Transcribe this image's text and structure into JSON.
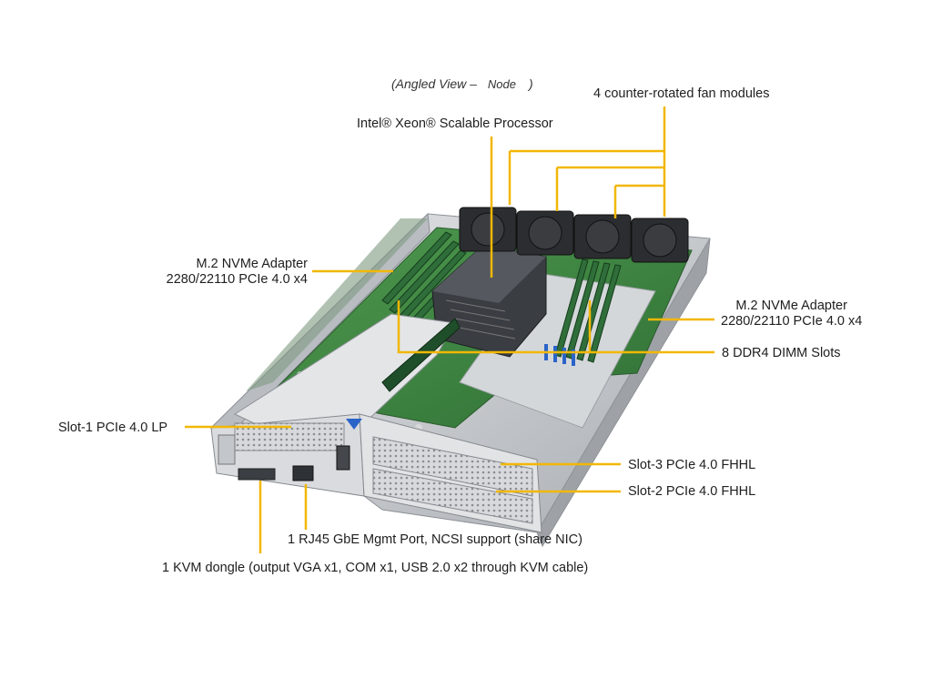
{
  "title": {
    "prefix": "(Angled View –",
    "node": "Node",
    "suffix": ")"
  },
  "callouts": {
    "fan_modules": "4 counter-rotated  fan modules",
    "processor": "Intel®  Xeon® Scalable Processor",
    "m2_left_line1": "M.2 NVMe Adapter",
    "m2_left_line2": "2280/22110 PCIe 4.0 x4",
    "m2_right_line1": "M.2 NVMe Adapter",
    "m2_right_line2": "2280/22110 PCIe 4.0 x4",
    "dimm_slots": "8 DDR4  DIMM Slots",
    "slot1": "Slot-1  PCIe 4.0 LP",
    "slot3": "Slot-3  PCIe 4.0 FHHL",
    "slot2": "Slot-2  PCIe 4.0 FHHL",
    "rj45": "1 RJ45  GbE Mgmt Port, NCSI support (share NIC)",
    "kvm": "1 KVM dongle (output  VGA x1,  COM x1,  USB 2.0 x2 through  KVM cable)"
  },
  "colors": {
    "callout_line": "#f2b705",
    "chassis": "#c9ccd0",
    "board": "#3f8a43",
    "dimm": "#2f6e3a",
    "heatsink": "#3a3d42",
    "fan": "#2b2d30"
  }
}
